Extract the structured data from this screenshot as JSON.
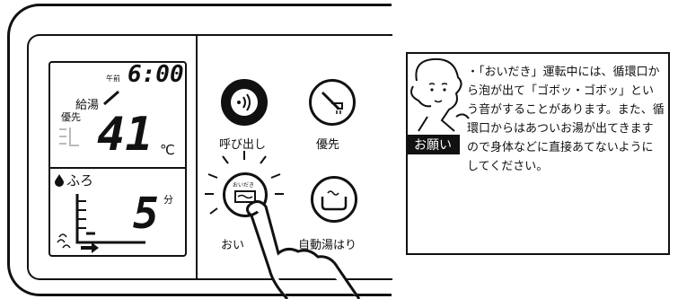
{
  "display": {
    "am_label": "午前",
    "time": "6:00",
    "kyuto_label": "給湯",
    "yusen_label": "優先",
    "temperature": "41",
    "temperature_unit": "℃",
    "furo_label": "ふろ",
    "minutes_value": "5",
    "minutes_unit": "分"
  },
  "buttons": {
    "call_label": "呼び出し",
    "priority_label": "優先",
    "oidaki_label": "おい",
    "oidaki_small": "おいだき",
    "auto_label": "自動湯はり"
  },
  "note": {
    "badge": "お願い",
    "text": "・「おいだき」運転中には、循環口から泡が出て「ゴボッ・ゴボッ」という音がすることがあります。また、循環口からはあついお湯が出てきますので身体などに直接あてないようにしてください。"
  },
  "icons": [
    "speaker-icon",
    "priority-faucet-icon",
    "bath-icon",
    "reheat-icon",
    "hand-pointer-icon",
    "woman-face-icon",
    "water-drop-icon"
  ]
}
